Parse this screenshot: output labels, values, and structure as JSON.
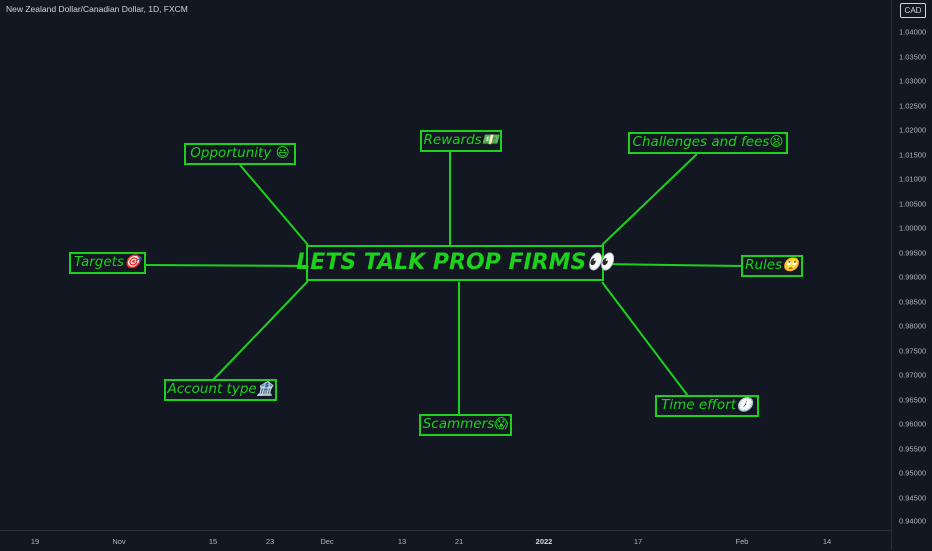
{
  "header": {
    "title": "New Zealand Dollar/Canadian Dollar, 1D, FXCM",
    "currency": "CAD"
  },
  "price_axis": {
    "labels": [
      "1.04000",
      "1.03500",
      "1.03000",
      "1.02500",
      "1.02000",
      "1.01500",
      "1.01000",
      "1.00500",
      "1.00000",
      "0.99500",
      "0.99000",
      "0.98500",
      "0.98000",
      "0.97500",
      "0.97000",
      "0.96500",
      "0.96000",
      "0.95500",
      "0.95000",
      "0.94500",
      "0.94000"
    ]
  },
  "time_axis": {
    "labels": [
      "19",
      "Nov",
      "15",
      "23",
      "Dec",
      "13",
      "21",
      "2022",
      "17",
      "Feb",
      "14"
    ]
  },
  "mindmap": {
    "center": "LETS TALK PROP FIRMS👀",
    "branches": [
      "Opportunity 😃",
      "Rewards💵",
      "Challenges and fees😫",
      "Targets🎯",
      "Rules🙄",
      "Account type🏦",
      "Scammers😱",
      "Time effort🕖"
    ]
  },
  "colors": {
    "background": "#131722",
    "accent": "#1bd11b"
  }
}
